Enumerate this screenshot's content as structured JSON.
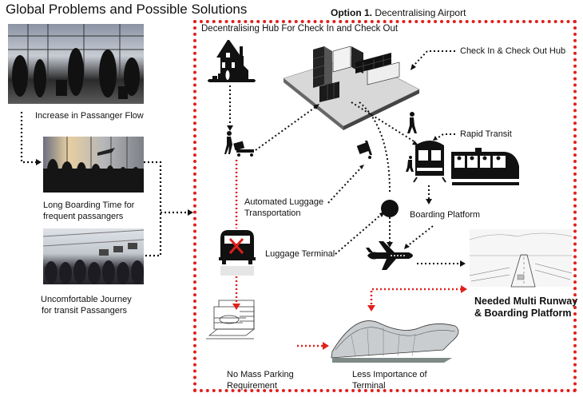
{
  "title": "Global Problems and Possible Solutions",
  "option": {
    "label": "Option 1.",
    "name": "Decentralising Airport"
  },
  "problems": [
    {
      "caption": "Increase in Passanger Flow"
    },
    {
      "caption_line1": "Long Boarding Time for",
      "caption_line2": "frequent passangers"
    },
    {
      "caption_line1": "Uncomfortable Journey",
      "caption_line2": "for transit Passangers"
    }
  ],
  "solution": {
    "hub_heading": "Decentralising Hub For Check In and Check Out",
    "hub_label": "Check In & Check Out Hub",
    "rapid_transit": "Rapid Transit",
    "boarding_platform": "Boarding Platform",
    "luggage_transport_line1": "Automated Luggage",
    "luggage_transport_line2": "Transportation",
    "luggage_terminal": "Luggage Terminal",
    "runway_line1": "Needed Multi Runway",
    "runway_line2": "& Boarding Platform",
    "parking_line1": "No Mass Parking",
    "parking_line2": "Requirement",
    "terminal_line1": "Less Importance of",
    "terminal_line2": "Terminal"
  },
  "colors": {
    "accent_red": "#e0201c",
    "ink": "#111111"
  }
}
